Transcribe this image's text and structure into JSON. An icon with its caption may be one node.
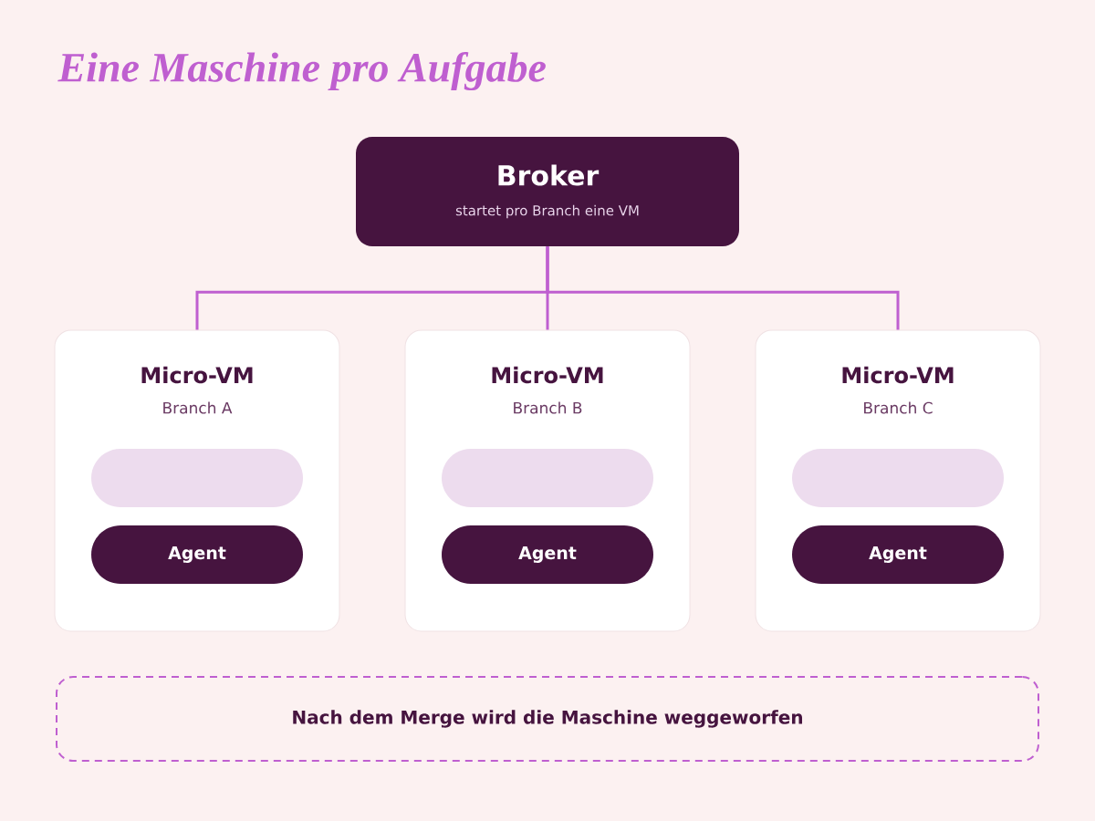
{
  "diagram": {
    "title": "Eine Maschine pro Aufgabe",
    "nodes": [
      {
        "text": [
          "Broker",
          "startet pro Branch eine VM"
        ]
      },
      {
        "text": [
          "Micro-VM",
          "Branch A"
        ]
      },
      {
        "text": [],
        "shape": "box",
        "in": 1
      },
      {
        "text": [
          "Agent"
        ],
        "in": 1
      },
      {
        "text": [
          "Micro-VM",
          "Branch B"
        ]
      },
      {
        "text": [],
        "shape": "box",
        "in": 4
      },
      {
        "text": [
          "Agent"
        ],
        "in": 4
      },
      {
        "text": [
          "Micro-VM",
          "Branch C"
        ]
      },
      {
        "text": [],
        "shape": "box",
        "in": 7
      },
      {
        "text": [
          "Agent"
        ],
        "in": 7
      },
      {
        "text": [
          "Nach dem Merge wird die Maschine weggeworfen"
        ]
      }
    ],
    "edges": [
      {
        "from": 0,
        "to": 1,
        "arrow": "none"
      },
      {
        "from": 0,
        "to": 4,
        "arrow": "none"
      },
      {
        "from": 0,
        "to": 7,
        "arrow": "none"
      }
    ]
  }
}
